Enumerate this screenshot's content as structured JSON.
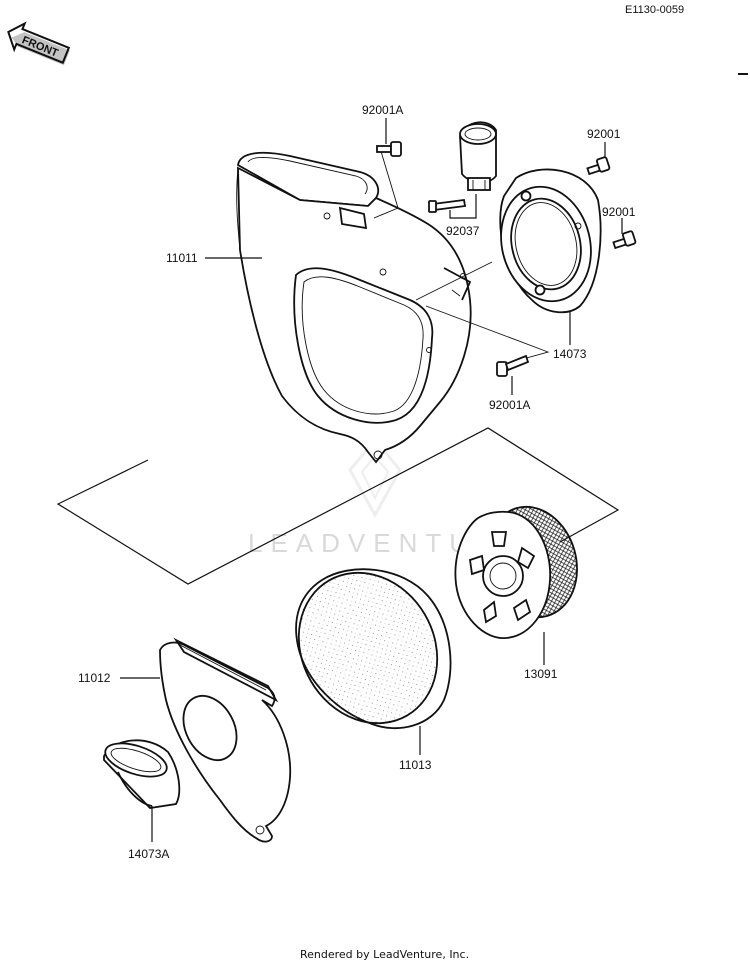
{
  "diagram": {
    "code": "E1130-0059",
    "front_badge": "FRONT",
    "watermark": "LEADVENTURE",
    "footer": "Rendered by LeadVenture, Inc.",
    "parts": [
      {
        "id": "92001A",
        "label": "92001A"
      },
      {
        "id": "92001A-b",
        "label": "92001A"
      },
      {
        "id": "92001",
        "label": "92001"
      },
      {
        "id": "92001-b",
        "label": "92001"
      },
      {
        "id": "92037",
        "label": "92037"
      },
      {
        "id": "11011",
        "label": "11011"
      },
      {
        "id": "14073",
        "label": "14073"
      },
      {
        "id": "11012",
        "label": "11012"
      },
      {
        "id": "11013",
        "label": "11013"
      },
      {
        "id": "13091",
        "label": "13091"
      },
      {
        "id": "14073A",
        "label": "14073A"
      }
    ]
  }
}
